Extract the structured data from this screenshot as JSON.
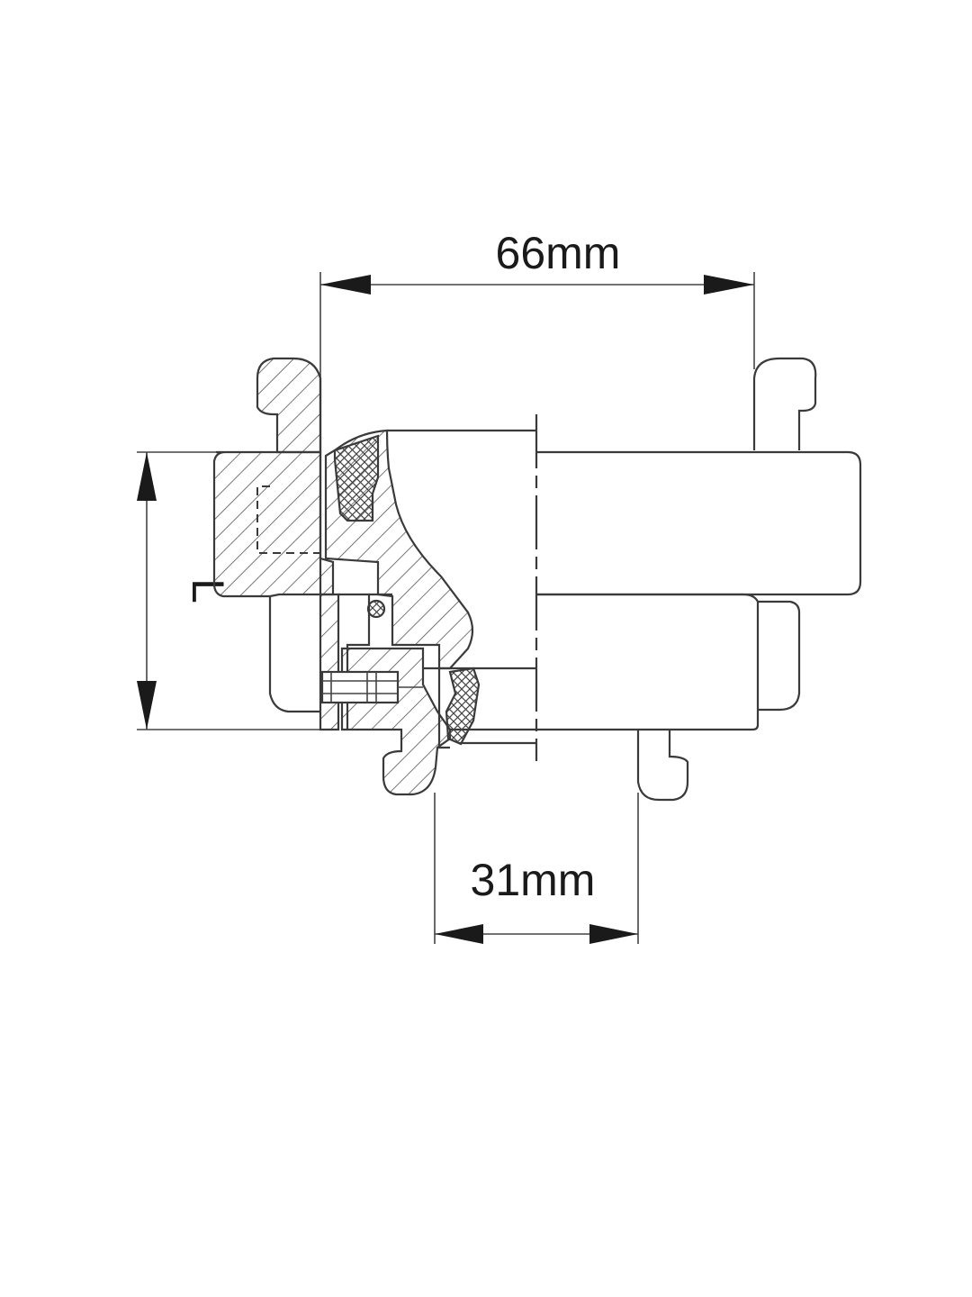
{
  "dimensions": {
    "top_width": "66mm",
    "bottom_width": "31mm",
    "side_height": "L"
  },
  "colors": {
    "line": "#3a3a3a",
    "text": "#1a1a1a",
    "background": "#ffffff"
  }
}
